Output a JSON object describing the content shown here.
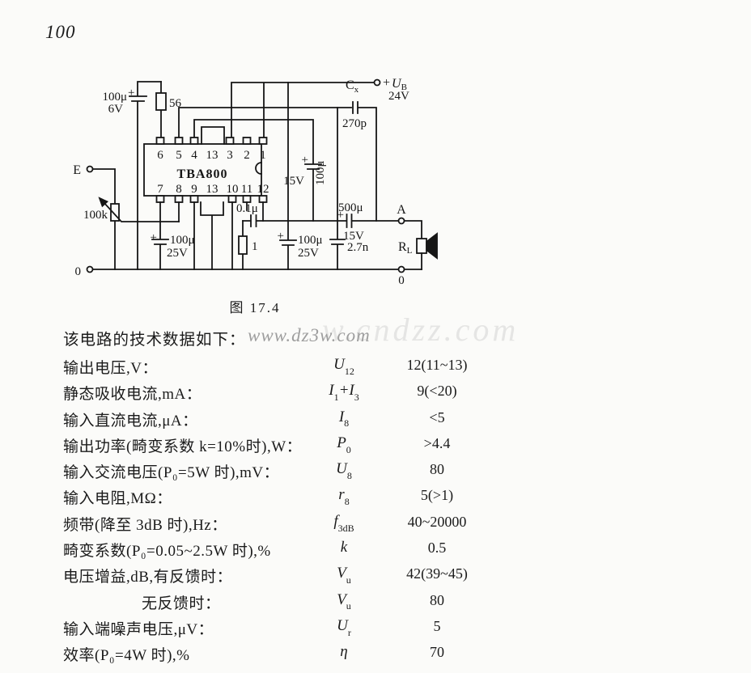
{
  "colors": {
    "ink": "#1b1b1b",
    "paper": "#fbfbf9",
    "watermark_primary": "#9e9e9e"
  },
  "page": {
    "number": "100"
  },
  "figure": {
    "caption": "图 17.4",
    "ic": "TBA800",
    "pins_top": [
      "6",
      "5",
      "4",
      "13",
      "3",
      "2",
      "1"
    ],
    "pins_bottom": [
      "7",
      "8",
      "9",
      "13",
      "10",
      "11",
      "12"
    ],
    "cap_in": {
      "value": "100μ",
      "plus": "+",
      "volt": "6V"
    },
    "r56": "56",
    "cx": {
      "name": "C",
      "sub": "x",
      "value": "270p"
    },
    "boot": {
      "plus": "+",
      "volt": "15V",
      "value": "100μ"
    },
    "dec": {
      "plus": "+",
      "value": "100μ",
      "volt": "25V"
    },
    "cap7": {
      "plus": "+",
      "value": "100μ",
      "volt": "25V"
    },
    "zobel": {
      "cap": "0.1μ",
      "res": "1"
    },
    "cout": {
      "value": "500μ",
      "plus": "+",
      "volt": "15V"
    },
    "cf": "2.7n",
    "pot": "100k",
    "supply": {
      "plus": "+",
      "name": "U",
      "sub": "B",
      "volt": "24V"
    },
    "t_in": "E",
    "t_gnd_left": "0",
    "t_out": "A",
    "t_gnd_right": "0",
    "load": {
      "name": "R",
      "sub": "L"
    }
  },
  "watermark": {
    "primary": "www.dz3w.com",
    "secondary": "w.cndzz.com"
  },
  "intro": "该电路的技术数据如下：",
  "table": {
    "rows": [
      {
        "label": "输出电压,V：",
        "sym": "U",
        "sub": "12",
        "value": "12(11~13)"
      },
      {
        "label": "静态吸收电流,mA：",
        "sym": "I",
        "sub": "1",
        "sym2": "+I",
        "sub2": "3",
        "value": "9(<20)"
      },
      {
        "label": "输入直流电流,μA：",
        "sym": "I",
        "sub": "8",
        "value": "<5"
      },
      {
        "label": "输出功率(畸变系数 k=10%时),W：",
        "sym": "P",
        "sub": "0",
        "value": ">4.4"
      },
      {
        "label": "输入交流电压(P₀=5W 时),mV：",
        "sym": "U",
        "sub": "8",
        "value": "80"
      },
      {
        "label": "输入电阻,MΩ：",
        "sym": "r",
        "sub": "8",
        "value": "5(>1)"
      },
      {
        "label": "频带(降至 3dB 时),Hz：",
        "sym": "f",
        "sub": "3dB",
        "value": "40~20000"
      },
      {
        "label": "畸变系数(P₀=0.05~2.5W 时),%",
        "sym": "k",
        "value": "0.5"
      },
      {
        "label": "电压增益,dB,有反馈时：",
        "sym": "V",
        "sub": "u",
        "value": "42(39~45)"
      },
      {
        "label": "无反馈时：",
        "indent": true,
        "sym": "V",
        "sub": "u",
        "value": "80"
      },
      {
        "label": "输入端噪声电压,μV：",
        "sym": "U",
        "sub": "r",
        "value": "5"
      },
      {
        "label": "效率(P₀=4W 时),%",
        "sym": "η",
        "value": "70"
      }
    ]
  }
}
